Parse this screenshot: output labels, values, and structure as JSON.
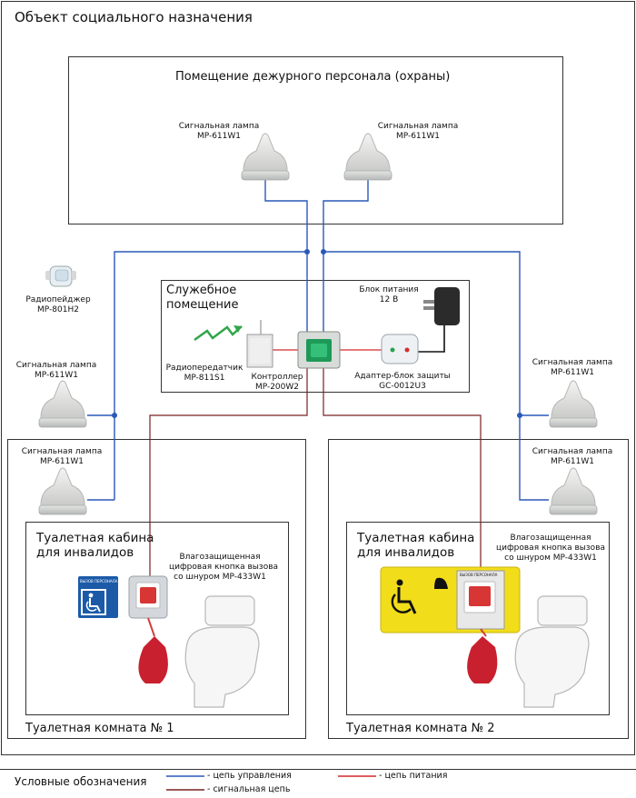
{
  "main_title": "Объект социального назначения",
  "guard_room": {
    "title": "Помещение дежурного персонала (охраны)",
    "lamp_left_line1": "Сигнальная лампа",
    "lamp_left_line2": "MP-611W1",
    "lamp_right_line1": "Сигнальная лампа",
    "lamp_right_line2": "MP-611W1"
  },
  "pager": {
    "line1": "Радиопейджер",
    "line2": "MP-801H2"
  },
  "service_room": {
    "title_line1": "Служебное",
    "title_line2": "помещение",
    "power_line1": "Блок питания",
    "power_line2": "12 В",
    "transmitter_line1": "Радиопередатчик",
    "transmitter_line2": "MP-811S1",
    "controller_line1": "Контроллер",
    "controller_line2": "MP-200W2",
    "adapter_line1": "Адаптер-блок защиты",
    "adapter_line2": "GC-0012U3"
  },
  "side_lamps": {
    "left_upper_line1": "Сигнальная лампа",
    "left_upper_line2": "MP-611W1",
    "left_lower_line1": "Сигнальная лампа",
    "left_lower_line2": "MP-611W1",
    "right_upper_line1": "Сигнальная лампа",
    "right_upper_line2": "MP-611W1",
    "right_lower_line1": "Сигнальная лампа",
    "right_lower_line2": "MP-611W1"
  },
  "room1": {
    "title": "Туалетная комната № 1",
    "cabin_line1": "Туалетная кабина",
    "cabin_line2": "для инвалидов",
    "button_line1": "Влагозащищенная",
    "button_line2": "цифровая кнопка вызова",
    "button_line3": "со шнуром MP-433W1",
    "sign_text": "ВЫЗОВ ПЕРСОНАЛА"
  },
  "room2": {
    "title": "Туалетная комната № 2",
    "cabin_line1": "Туалетная кабина",
    "cabin_line2": "для инвалидов",
    "button_line1": "Влагозащищенная",
    "button_line2": "цифровая кнопка вызова",
    "button_line3": "со шнуром MP-433W1",
    "sign_text": "ВЫЗОВ ПЕРСОНАЛА"
  },
  "legend": {
    "title": "Условные обозначения",
    "control": "- цепь управления",
    "signal": "- сигнальная цепь",
    "power": "- цепь питания"
  },
  "colors": {
    "control": "#2a59b8",
    "signal": "#7a2020",
    "power": "#d42a2a",
    "sign_blue": "#1c5aa8",
    "sign_yellow": "#f2dd1a"
  }
}
